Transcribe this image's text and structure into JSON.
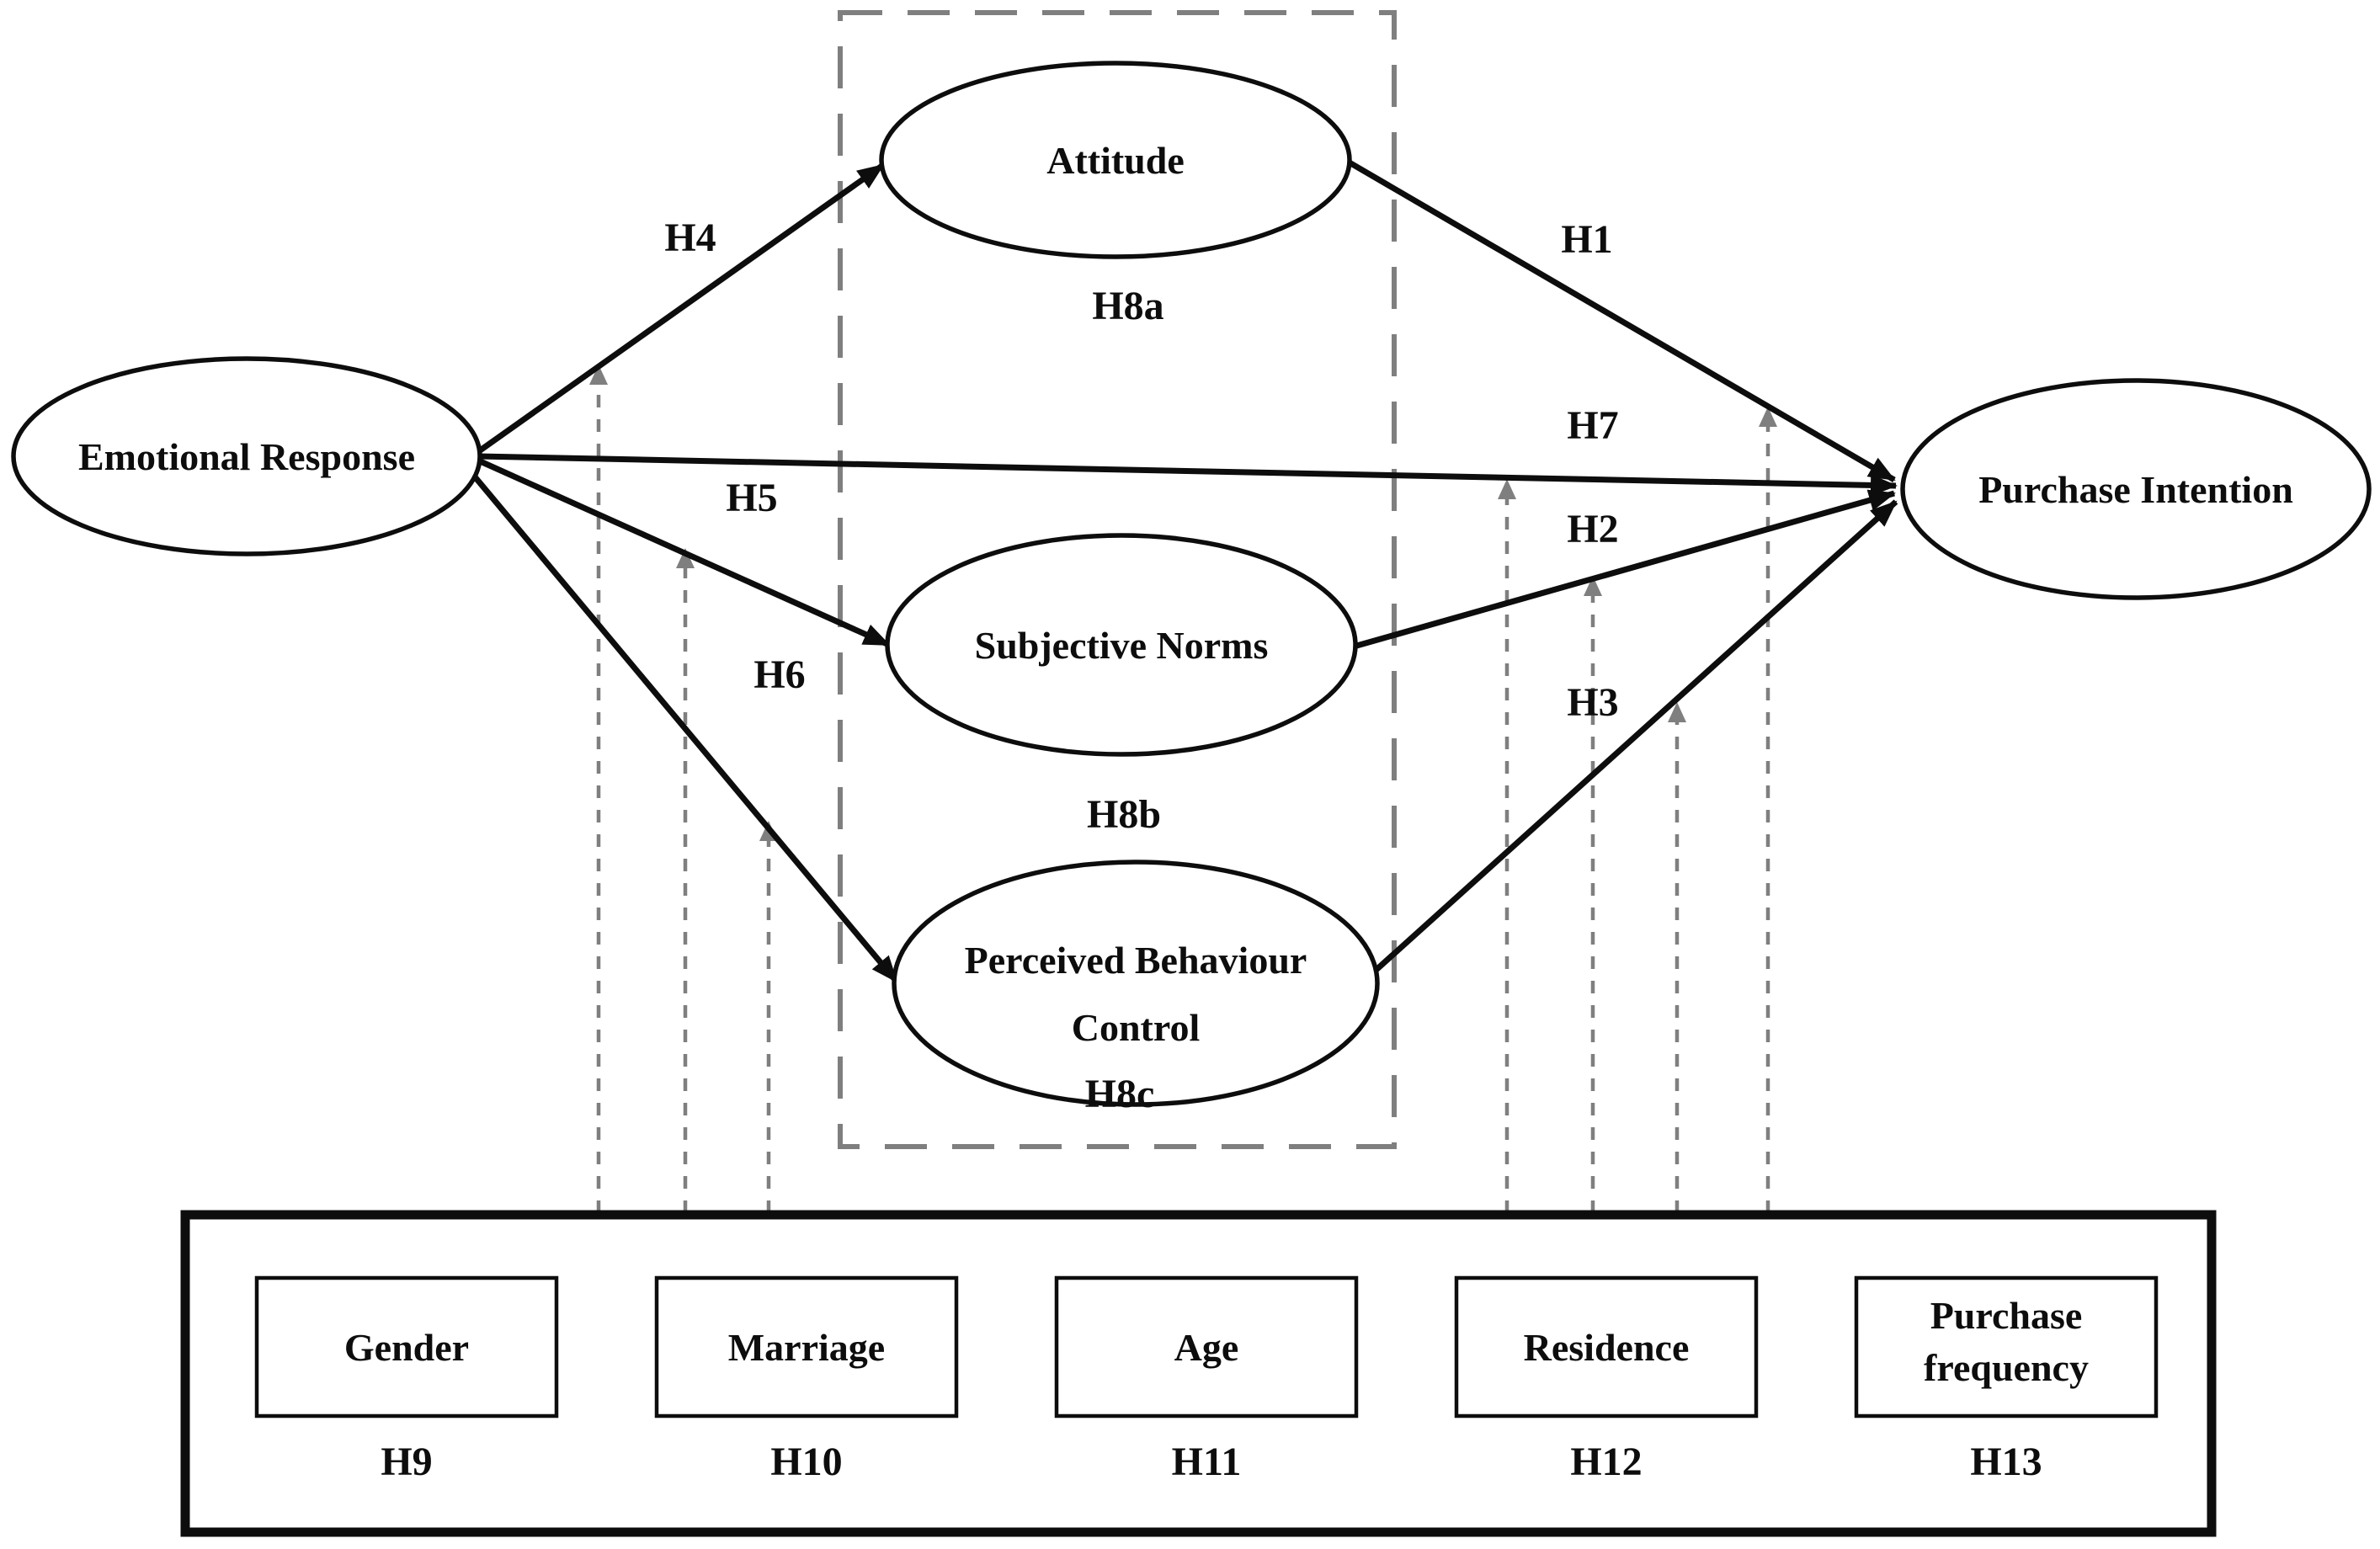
{
  "diagram": {
    "colors": {
      "line": "#0d0d0d",
      "dashed_gray": "#7f7f7f",
      "text": "#0d0d0d",
      "background": "#ffffff"
    },
    "nodes": [
      {
        "id": "emotional_response",
        "label": "Emotional Response"
      },
      {
        "id": "attitude",
        "label": "Attitude"
      },
      {
        "id": "subjective_norms",
        "label": "Subjective Norms"
      },
      {
        "id": "perceived_behaviour_control",
        "label": "Perceived Behaviour Control",
        "lines": [
          "Perceived Behaviour",
          "Control"
        ]
      },
      {
        "id": "purchase_intention",
        "label": "Purchase Intention"
      }
    ],
    "paths": [
      {
        "hypothesis": "H1",
        "from": "attitude",
        "to": "purchase_intention"
      },
      {
        "hypothesis": "H2",
        "from": "subjective_norms",
        "to": "purchase_intention"
      },
      {
        "hypothesis": "H3",
        "from": "perceived_behaviour_control",
        "to": "purchase_intention"
      },
      {
        "hypothesis": "H4",
        "from": "emotional_response",
        "to": "attitude"
      },
      {
        "hypothesis": "H5",
        "from": "emotional_response",
        "to": "subjective_norms"
      },
      {
        "hypothesis": "H6",
        "from": "emotional_response",
        "to": "perceived_behaviour_control"
      },
      {
        "hypothesis": "H7",
        "from": "emotional_response",
        "to": "purchase_intention"
      }
    ],
    "mediation_labels": [
      {
        "id": "H8a",
        "label": "H8a"
      },
      {
        "id": "H8b",
        "label": "H8b"
      },
      {
        "id": "H8c",
        "label": "H8c"
      }
    ],
    "moderators": [
      {
        "label": "Gender",
        "lines": [
          "Gender"
        ],
        "hypothesis": "H9"
      },
      {
        "label": "Marriage",
        "lines": [
          "Marriage"
        ],
        "hypothesis": "H10"
      },
      {
        "label": "Age",
        "lines": [
          "Age"
        ],
        "hypothesis": "H11"
      },
      {
        "label": "Residence",
        "lines": [
          "Residence"
        ],
        "hypothesis": "H12"
      },
      {
        "label": "Purchase frequency",
        "lines": [
          "Purchase",
          "frequency"
        ],
        "hypothesis": "H13"
      }
    ],
    "moderation_arrows": [
      "H4",
      "H5",
      "H6",
      "H7",
      "H2",
      "H3",
      "H1"
    ]
  }
}
